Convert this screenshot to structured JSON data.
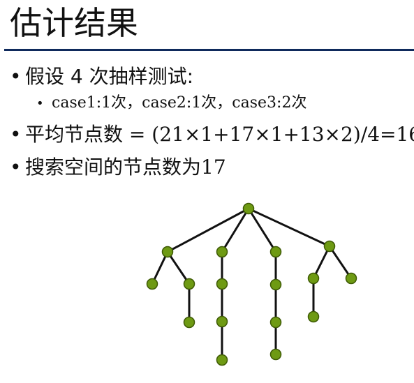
{
  "slide": {
    "title": "估计结果",
    "bullets": [
      {
        "text": "假设 4 次抽样测试:"
      },
      {
        "text": "case1:1次，case2:1次，case3:2次"
      },
      {
        "text_cn": "平均节点数",
        "text_eq": " = (21×1+17×1+13×2)/4=16"
      },
      {
        "text_cn": "搜索空间的节点数为",
        "text_num": "17"
      }
    ]
  },
  "tree": {
    "node_color": "#6e9a13",
    "edge_color": "#111111"
  }
}
